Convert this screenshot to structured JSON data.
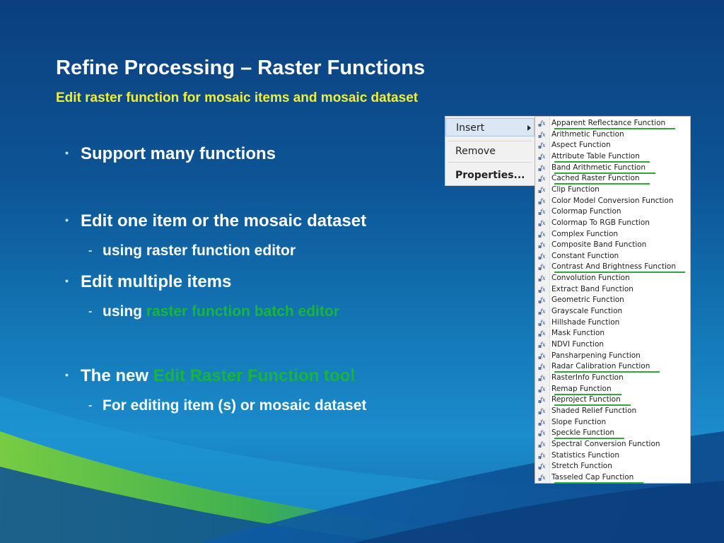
{
  "slide": {
    "title": "Refine Processing – Raster Functions",
    "subtitle": "Edit raster function for mosaic items and mosaic dataset"
  },
  "bullets": [
    {
      "text": "Support many functions"
    },
    {
      "text": "Edit one item or the mosaic dataset"
    },
    {
      "text": "Edit multiple items"
    },
    {
      "text": "The new ",
      "highlight": "Edit Raster Function tool"
    }
  ],
  "sub_bullets": [
    {
      "text": "using raster function editor"
    },
    {
      "text": "using ",
      "highlight": "raster function batch editor"
    },
    {
      "text": "For editing item (s) or mosaic dataset"
    }
  ],
  "colors": {
    "title": "#ffffff",
    "subtitle": "#f2ee3b",
    "highlight": "#19b43a",
    "underline": "#2ea83c"
  },
  "context_menu": {
    "items": [
      {
        "label": "Insert",
        "has_submenu": true,
        "highlighted": true
      },
      {
        "label": "Remove"
      },
      {
        "label": "Properties...",
        "bold": true
      }
    ]
  },
  "function_list": {
    "icon": "raster-function-icon",
    "items": [
      {
        "label": "Apparent Reflectance Function",
        "underlined": true
      },
      {
        "label": "Arithmetic Function"
      },
      {
        "label": "Aspect Function"
      },
      {
        "label": "Attribute Table Function",
        "underlined": true
      },
      {
        "label": "Band Arithmetic Function",
        "underlined": true
      },
      {
        "label": "Cached Raster Function",
        "underlined": true
      },
      {
        "label": "Clip Function"
      },
      {
        "label": "Color Model Conversion Function"
      },
      {
        "label": "Colormap Function"
      },
      {
        "label": "Colormap To RGB Function"
      },
      {
        "label": "Complex Function"
      },
      {
        "label": "Composite Band Function"
      },
      {
        "label": "Constant Function"
      },
      {
        "label": "Contrast And Brightness Function",
        "underlined": true
      },
      {
        "label": "Convolution Function"
      },
      {
        "label": "Extract Band Function"
      },
      {
        "label": "Geometric Function"
      },
      {
        "label": "Grayscale Function"
      },
      {
        "label": "Hillshade Function"
      },
      {
        "label": "Mask Function"
      },
      {
        "label": "NDVI Function"
      },
      {
        "label": "Pansharpening Function"
      },
      {
        "label": "Radar Calibration Function",
        "underlined": true
      },
      {
        "label": "RasterInfo Function"
      },
      {
        "label": "Remap Function",
        "underlined": true
      },
      {
        "label": "Reproject Function",
        "underlined": true
      },
      {
        "label": "Shaded Relief Function"
      },
      {
        "label": "Slope Function"
      },
      {
        "label": "Speckle Function",
        "underlined": true
      },
      {
        "label": "Spectral Conversion Function"
      },
      {
        "label": "Statistics Function"
      },
      {
        "label": "Stretch Function"
      },
      {
        "label": "Tasseled Cap Function",
        "underlined": true
      }
    ]
  }
}
